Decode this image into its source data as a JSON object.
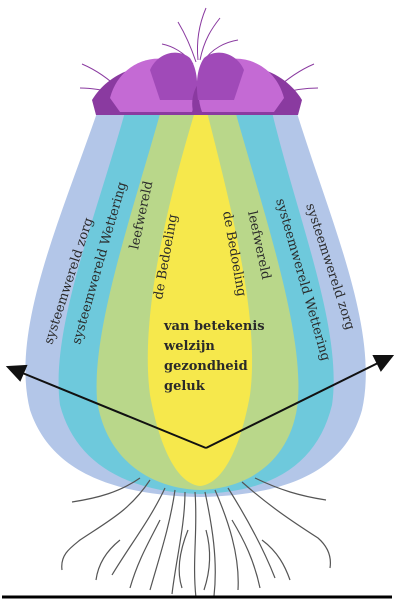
{
  "labels": {
    "left_outer": "systeemwereld zorg",
    "left_second": "systeemwereld Wettering",
    "left_third": "leefwereld",
    "left_inner": "de Bedoeling",
    "right_inner": "de Bedoeling",
    "right_third": "leefwereld",
    "right_second": "systeemwereld Wettering",
    "right_outer": "systeemwereld zorg"
  },
  "core": {
    "line1": "van betekenis",
    "line2": "welzijn",
    "line3": "gezondheid",
    "line4": "geluk"
  },
  "colors": {
    "outer_band": "#b3c6e8",
    "second_band": "#6ec9dc",
    "third_band": "#b9d78a",
    "core": "#f6e84c",
    "flower_fill": "#c46ad4",
    "flower_dark": "#8a3aa0",
    "arrow": "#111111",
    "roots": "#555555"
  }
}
